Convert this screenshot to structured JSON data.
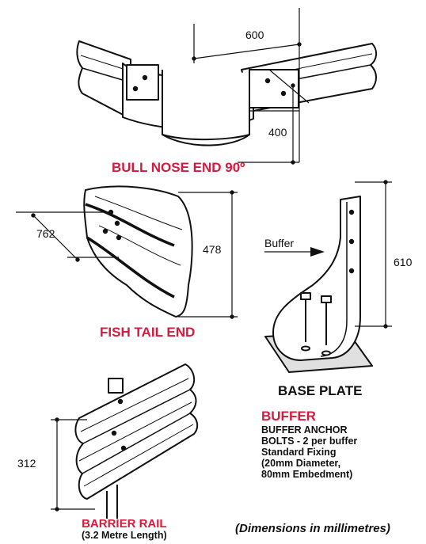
{
  "bull_nose": {
    "title": "BULL NOSE END 90º",
    "dim_width": "600",
    "dim_depth": "400"
  },
  "fish_tail": {
    "title": "FISH TAIL END",
    "dim_length": "762",
    "dim_height": "478"
  },
  "base_plate": {
    "title": "BASE PLATE",
    "buffer_label": "Buffer",
    "dim_height": "610"
  },
  "buffer_notes": {
    "title": "BUFFER",
    "lines": [
      "BUFFER ANCHOR",
      "BOLTS - 2 per buffer",
      "Standard Fixing",
      "(20mm Diameter,",
      "80mm Embedment)"
    ]
  },
  "barrier_rail": {
    "title": "BARRIER RAIL",
    "subtitle": "(3.2 Metre Length)",
    "dim_height": "312"
  },
  "caption": "(Dimensions in millimetres)",
  "colors": {
    "accent": "#d8193d",
    "ink": "#111111",
    "plate_fill": "#e0e0e0"
  }
}
